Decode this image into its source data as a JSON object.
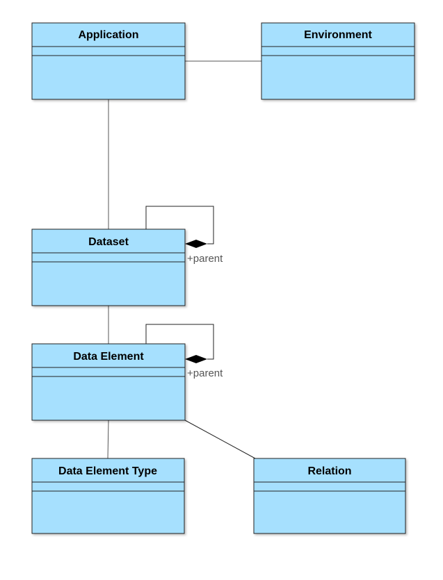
{
  "colors": {
    "class_fill": "#a6e0fe",
    "class_stroke": "#222222",
    "edge": "#555555"
  },
  "classes": {
    "application": "Application",
    "environment": "Environment",
    "dataset": "Dataset",
    "data_element": "Data Element",
    "data_element_type": "Data Element Type",
    "relation": "Relation"
  },
  "roles": {
    "dataset_parent": "+parent",
    "data_element_parent": "+parent"
  }
}
